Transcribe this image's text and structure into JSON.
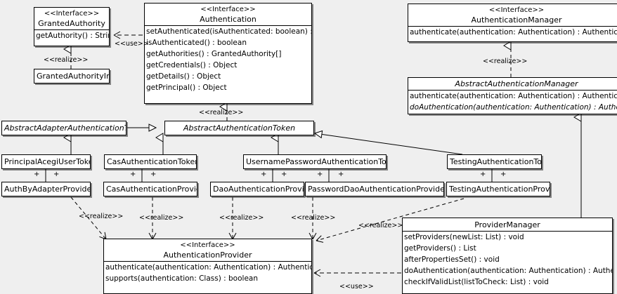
{
  "diagram": {
    "kind": "uml-class-diagram",
    "background": "#efefef",
    "line_color": "#000000",
    "box_fill": "#ffffff"
  },
  "labels": {
    "interface_stereotype": "<<Interface>>",
    "realize": "<<realize>>",
    "use": "<<use>>",
    "plus": "+"
  },
  "classes": {
    "granted_authority": {
      "stereotype": "<<Interface>>",
      "name": "GrantedAuthority",
      "operations": [
        "getAuthority() : String"
      ]
    },
    "granted_authority_impl": {
      "name": "GrantedAuthorityImpl",
      "operations": []
    },
    "authentication": {
      "stereotype": "<<Interface>>",
      "name": "Authentication",
      "operations": [
        "setAuthenticated(isAuthenticated: boolean) : void",
        "isAuthenticated() : boolean",
        "getAuthorities() : GrantedAuthority[]",
        "getCredentials() : Object",
        "getDetails() : Object",
        "getPrincipal() : Object"
      ]
    },
    "authentication_manager": {
      "stereotype": "<<Interface>>",
      "name": "AuthenticationManager",
      "operations": [
        "authenticate(authentication: Authentication) : Authentication"
      ]
    },
    "abstract_authentication_manager": {
      "name": "AbstractAuthenticationManager",
      "abstract": true,
      "operations": [
        "authenticate(authentication: Authentication) : Authentication",
        "doAuthentication(authentication: Authentication) : Authentication"
      ],
      "abstract_operations": [
        false,
        true
      ]
    },
    "abstract_adapter_authentication_token": {
      "name": "AbstractAdapterAuthenticationToken",
      "abstract": true,
      "operations": []
    },
    "abstract_authentication_token": {
      "name": "AbstractAuthenticationToken",
      "abstract": true,
      "operations": []
    },
    "principal_acegi_user_token": {
      "name": "PrincipalAcegiUserToken",
      "operations": []
    },
    "cas_authentication_token": {
      "name": "CasAuthenticationToken",
      "operations": []
    },
    "username_password_authentication_token": {
      "name": "UsernamePasswordAuthenticationToken",
      "operations": []
    },
    "testing_authentication_token": {
      "name": "TestingAuthenticationToken",
      "operations": []
    },
    "auth_by_adapter_provider": {
      "name": "AuthByAdapterProvider",
      "operations": []
    },
    "cas_authentication_provider": {
      "name": "CasAuthenticationProvider",
      "operations": []
    },
    "dao_authentication_provider": {
      "name": "DaoAuthenticationProvider",
      "operations": []
    },
    "password_dao_authentication_provider": {
      "name": "PasswordDaoAuthenticationProvider",
      "operations": []
    },
    "testing_authentication_provider": {
      "name": "TestingAuthenticationProvider",
      "operations": []
    },
    "authentication_provider": {
      "stereotype": "<<Interface>>",
      "name": "AuthenticationProvider",
      "operations": [
        "authenticate(authentication: Authentication) : Authentication",
        "supports(authentication: Class) : boolean"
      ]
    },
    "provider_manager": {
      "name": "ProviderManager",
      "operations": [
        "setProviders(newList: List) : void",
        "getProviders() : List",
        "afterPropertiesSet() : void",
        "doAuthentication(authentication: Authentication) : Authentication",
        "checkIfValidList(listToCheck: List) : void"
      ]
    }
  },
  "relationships": [
    {
      "from": "authentication",
      "to": "granted_authority",
      "type": "use",
      "label": "<<use>>"
    },
    {
      "from": "granted_authority_impl",
      "to": "granted_authority",
      "type": "realize",
      "label": "<<realize>>"
    },
    {
      "from": "abstract_authentication_token",
      "to": "authentication",
      "type": "realize",
      "label": "<<realize>>"
    },
    {
      "from": "abstract_authentication_manager",
      "to": "authentication_manager",
      "type": "realize",
      "label": "<<realize>>"
    },
    {
      "from": "abstract_adapter_authentication_token",
      "to": "abstract_authentication_token",
      "type": "generalization"
    },
    {
      "from": "principal_acegi_user_token",
      "to": "abstract_adapter_authentication_token",
      "type": "generalization"
    },
    {
      "from": "cas_authentication_token",
      "to": "abstract_authentication_token",
      "type": "generalization"
    },
    {
      "from": "username_password_authentication_token",
      "to": "abstract_authentication_token",
      "type": "generalization"
    },
    {
      "from": "testing_authentication_token",
      "to": "abstract_authentication_token",
      "type": "generalization"
    },
    {
      "from": "provider_manager",
      "to": "abstract_authentication_manager",
      "type": "generalization"
    },
    {
      "from": "auth_by_adapter_provider",
      "to": "authentication_provider",
      "type": "realize",
      "label": "<<realize>>"
    },
    {
      "from": "cas_authentication_provider",
      "to": "authentication_provider",
      "type": "realize",
      "label": "<<realize>>"
    },
    {
      "from": "dao_authentication_provider",
      "to": "authentication_provider",
      "type": "realize",
      "label": "<<realize>>"
    },
    {
      "from": "password_dao_authentication_provider",
      "to": "authentication_provider",
      "type": "realize",
      "label": "<<realize>>"
    },
    {
      "from": "testing_authentication_provider",
      "to": "authentication_provider",
      "type": "realize",
      "label": "<<realize>>"
    },
    {
      "from": "provider_manager",
      "to": "authentication_provider",
      "type": "use",
      "label": "<<use>>"
    }
  ]
}
